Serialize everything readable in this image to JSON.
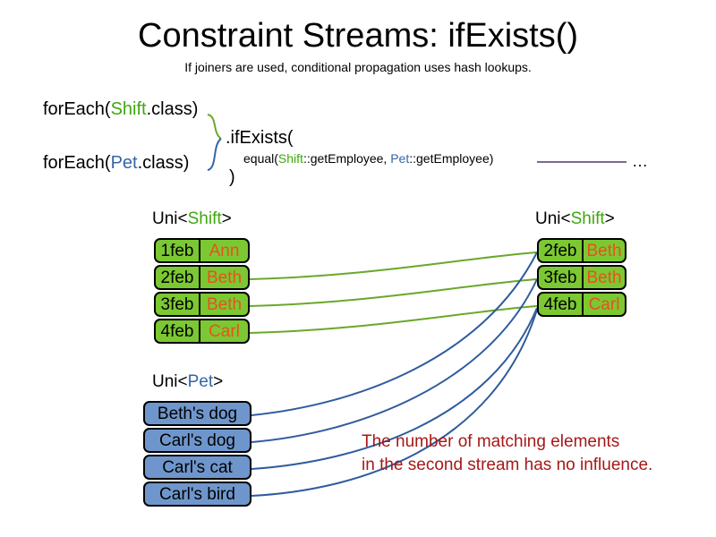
{
  "title": "Constraint Streams: ifExists()",
  "subtitle": "If joiners are used, conditional propagation uses hash lookups.",
  "code": {
    "foreach_shift_prefix": "forEach(",
    "foreach_shift_type": "Shift",
    "foreach_shift_suffix": ".class)",
    "foreach_pet_prefix": "forEach(",
    "foreach_pet_type": "Pet",
    "foreach_pet_suffix": ".class)",
    "ifexists": ".ifExists(",
    "equal_prefix": "equal(",
    "equal_type_a": "Shift",
    "equal_mid": "::getEmployee, ",
    "equal_type_b": "Pet",
    "equal_suffix": "::getEmployee)",
    "close_paren": ")",
    "ellipsis": "…"
  },
  "labels": {
    "left_shift_prefix": "Uni<",
    "left_shift_type": "Shift",
    "left_shift_suffix": ">",
    "right_shift_prefix": "Uni<",
    "right_shift_type": "Shift",
    "right_shift_suffix": ">",
    "pet_prefix": "Uni<",
    "pet_type": "Pet",
    "pet_suffix": ">"
  },
  "streams": {
    "left_shift": [
      {
        "date": "1feb",
        "name": "Ann"
      },
      {
        "date": "2feb",
        "name": "Beth"
      },
      {
        "date": "3feb",
        "name": "Beth"
      },
      {
        "date": "4feb",
        "name": "Carl"
      }
    ],
    "pets": [
      {
        "text": "Beth's dog"
      },
      {
        "text": "Carl's dog"
      },
      {
        "text": "Carl's cat"
      },
      {
        "text": "Carl's bird"
      }
    ],
    "right_shift": [
      {
        "date": "2feb",
        "name": "Beth"
      },
      {
        "date": "3feb",
        "name": "Beth"
      },
      {
        "date": "4feb",
        "name": "Carl"
      }
    ]
  },
  "annotation": {
    "line1": "The number of matching elements",
    "line2": "in the second stream has no influence."
  },
  "colors": {
    "shift_green": "#7CC832",
    "shift_type_green": "#3FA80C",
    "pet_blue": "#6F96CC",
    "pet_type_blue": "#3465A4",
    "name_orange": "#E8521E",
    "annotation_red": "#A61818",
    "wire_green": "#6AA82A",
    "wire_blue": "#2F5C9E",
    "rule_purple": "#7A6A8A"
  }
}
